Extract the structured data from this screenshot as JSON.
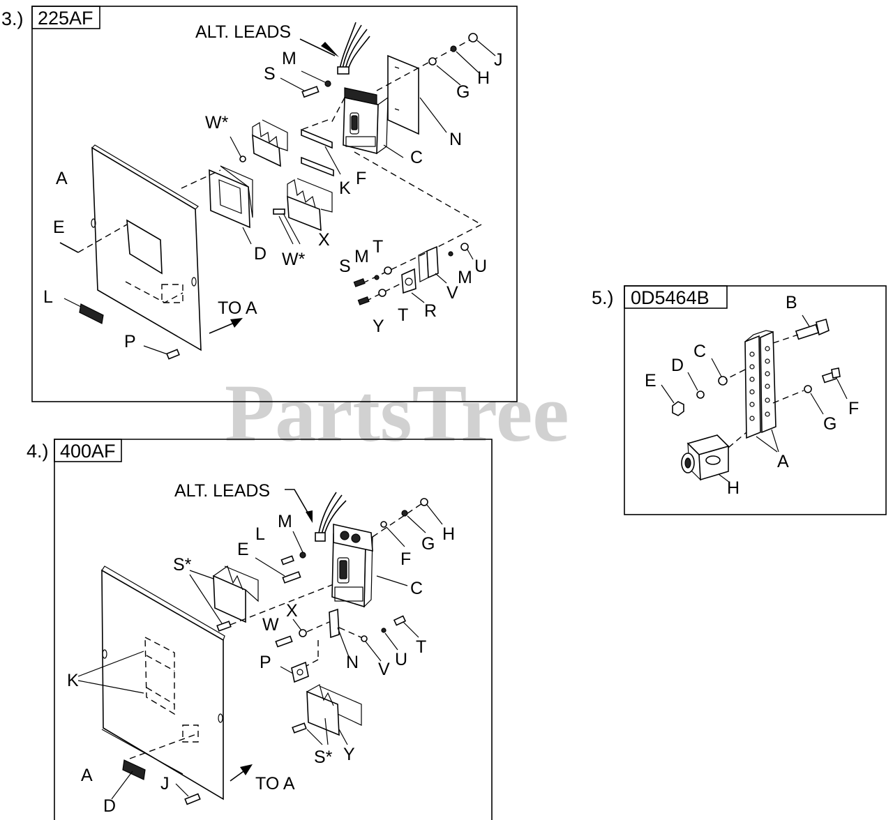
{
  "watermark": "PartsTree",
  "panels": [
    {
      "number": "3.)",
      "code": "225AF",
      "labels": {
        "alt_leads": "ALT. LEADS",
        "to_a": "TO A",
        "A": "A",
        "C": "C",
        "D": "D",
        "E": "E",
        "F": "F",
        "G": "G",
        "H": "H",
        "J": "J",
        "K": "K",
        "L": "L",
        "M1": "M",
        "M2": "M",
        "M3": "M",
        "N": "N",
        "P": "P",
        "R": "R",
        "S1": "S",
        "S2": "S",
        "T1": "T",
        "T2": "T",
        "U": "U",
        "V": "V",
        "W1": "W*",
        "W2": "W*",
        "X": "X",
        "Y": "Y"
      }
    },
    {
      "number": "4.)",
      "code": "400AF",
      "labels": {
        "alt_leads": "ALT. LEADS",
        "to_a": "TO A",
        "A": "A",
        "C": "C",
        "D": "D",
        "E": "E",
        "F": "F",
        "G": "G",
        "H": "H",
        "J": "J",
        "K": "K",
        "L": "L",
        "M": "M",
        "N": "N",
        "P": "P",
        "S1": "S*",
        "S2": "S*",
        "T": "T",
        "U": "U",
        "V": "V",
        "W": "W",
        "X": "X",
        "Y": "Y"
      }
    },
    {
      "number": "5.)",
      "code": "0D5464B",
      "labels": {
        "A": "A",
        "B": "B",
        "C": "C",
        "D": "D",
        "E": "E",
        "F": "F",
        "G": "G",
        "H": "H"
      }
    }
  ]
}
